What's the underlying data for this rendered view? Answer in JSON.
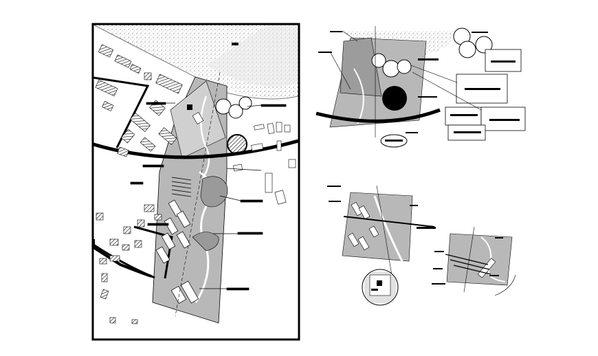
{
  "drawing": {
    "description_hidden": "",
    "colors": {
      "background": "#ffffff",
      "ink": "#000000",
      "site_gray": "#b5b5b5",
      "light_gray": "#d9d9d9",
      "sand_stipple": "#8a8a8a"
    },
    "panels": [
      {
        "id": "main-site-plan",
        "icon": "site-plan-icon"
      },
      {
        "id": "key-plan-top",
        "icon": "site-plan-icon"
      },
      {
        "id": "key-plan-middle",
        "icon": "site-plan-icon"
      },
      {
        "id": "key-plan-small",
        "icon": "site-plan-icon"
      }
    ]
  }
}
